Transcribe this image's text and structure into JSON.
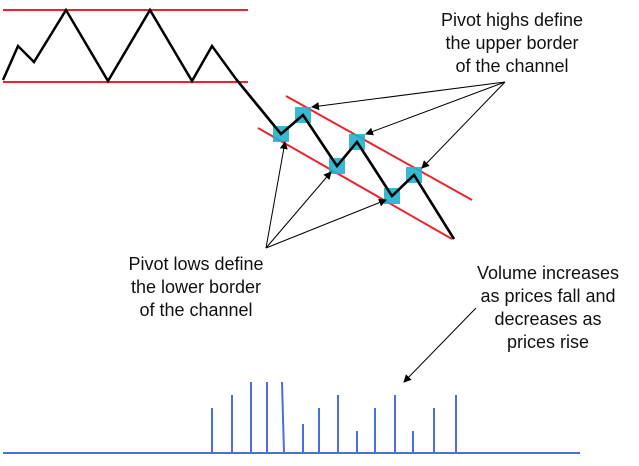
{
  "annotations": {
    "pivot_highs": [
      "Pivot highs define",
      "the upper border",
      "of the channel"
    ],
    "pivot_lows": [
      "Pivot lows define",
      "the lower border",
      "of the channel"
    ],
    "volume": [
      "Volume increases",
      "as prices fall and",
      "decreases as",
      "prices rise"
    ]
  },
  "colors": {
    "channel_line": "#e8262b",
    "price_line": "#000000",
    "pivot_marker": "#1fb3cc",
    "volume_bar": "#4a6fe0",
    "arrow": "#000000",
    "text": "#111111"
  },
  "icons": {
    "pivot_marker": "square-marker",
    "arrowhead": "arrowhead-icon"
  }
}
